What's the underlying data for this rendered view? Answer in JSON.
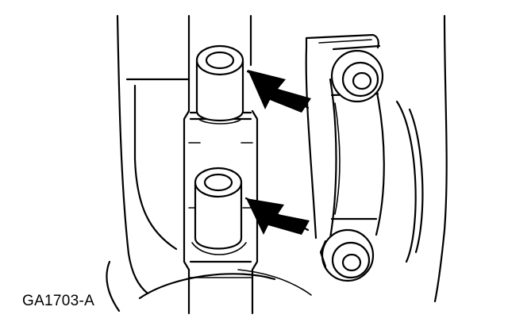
{
  "figure": {
    "code": "GA1703-A",
    "line_color": "#000000",
    "background_color": "#ffffff",
    "callouts": [
      {
        "name": "upper-callout-arrow",
        "points_to": "upper-dowel-sleeve"
      },
      {
        "name": "lower-callout-arrow",
        "points_to": "lower-dowel-sleeve"
      }
    ]
  }
}
